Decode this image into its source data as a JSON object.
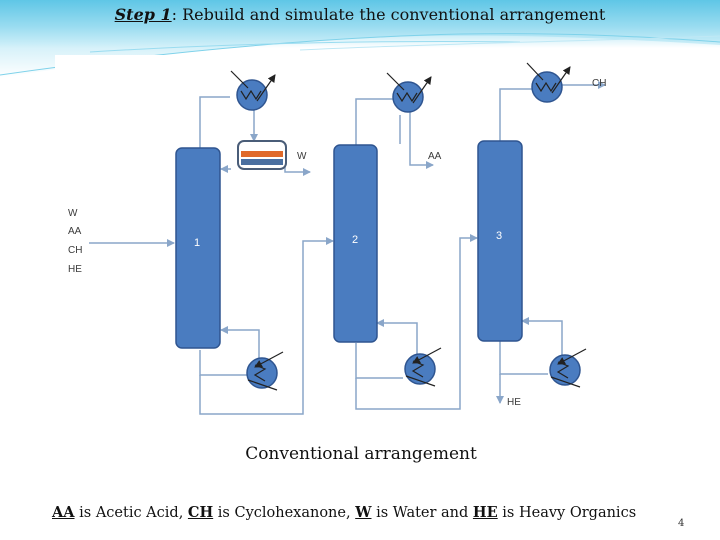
{
  "header": {
    "step_label": "Step 1",
    "title_rest": ": Rebuild and simulate the conventional arrangement"
  },
  "diagram": {
    "feed_labels": [
      "W",
      "AA",
      "CH",
      "HE"
    ],
    "columns": [
      {
        "number": "1"
      },
      {
        "number": "2"
      },
      {
        "number": "3"
      }
    ],
    "product_labels": {
      "water": "W",
      "acetic_acid": "AA",
      "cyclohexanone": "CH",
      "heavy": "HE"
    },
    "colors": {
      "column_fill": "#4a7cc0",
      "column_stroke": "#2f5590",
      "line": "#8aa6c9",
      "decanter_orange": "#e0692a"
    }
  },
  "caption": "Conventional arrangement",
  "legend": {
    "aa": "AA",
    "aa_text": " is Acetic Acid, ",
    "ch": "CH",
    "ch_text": " is Cyclohexanone, ",
    "w": "W",
    "w_text": " is Water and ",
    "he": "HE",
    "he_text": " is Heavy Organics"
  },
  "page_number": "4"
}
